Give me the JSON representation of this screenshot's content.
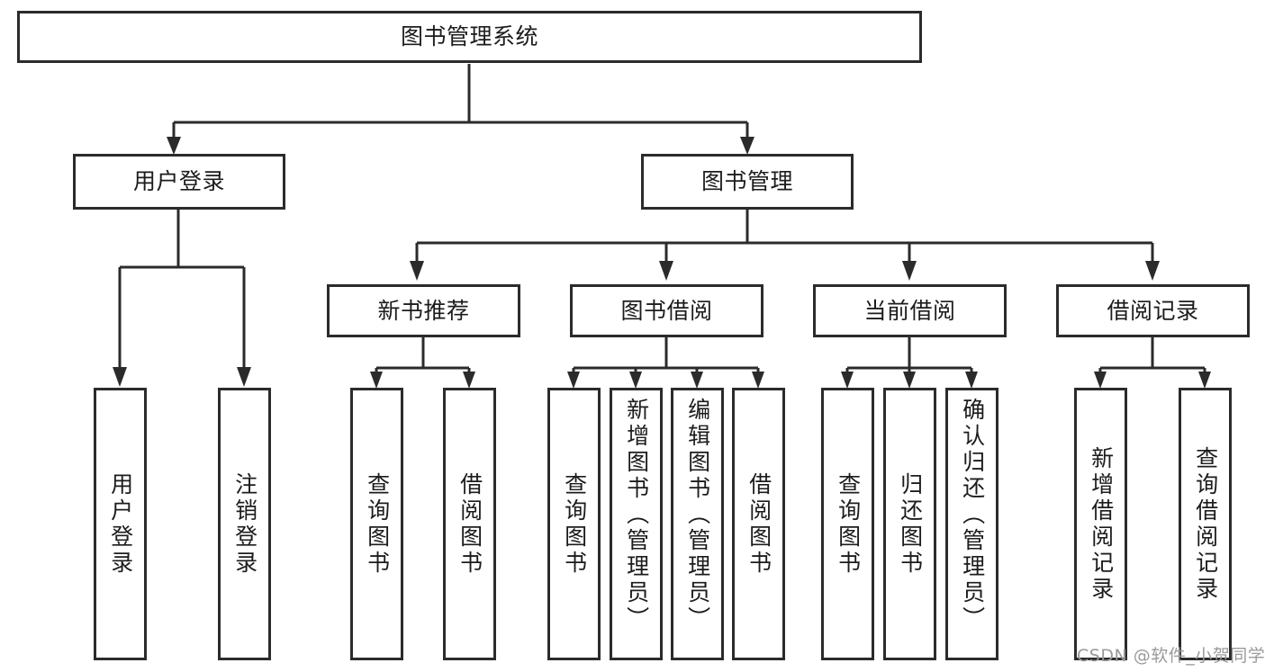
{
  "diagram": {
    "type": "hierarchy-tree",
    "title": "图书管理系统",
    "orientation": "top-down",
    "box_fill": "#ffffff",
    "box_stroke": "#2b2b2b",
    "connector_color": "#2b2b2b",
    "levels": {
      "level1": {
        "label": "图书管理系统"
      },
      "level2": [
        {
          "label": "用户登录"
        },
        {
          "label": "图书管理"
        }
      ],
      "level3": [
        {
          "label": "新书推荐"
        },
        {
          "label": "图书借阅"
        },
        {
          "label": "当前借阅"
        },
        {
          "label": "借阅记录"
        }
      ],
      "leaves": {
        "user_login": [
          {
            "label": "用户登录"
          },
          {
            "label": "注销登录"
          }
        ],
        "new_book_recommend": [
          {
            "label": "查询图书"
          },
          {
            "label": "借阅图书"
          }
        ],
        "book_borrow": [
          {
            "label": "查询图书"
          },
          {
            "label": "新增图书（管理员）"
          },
          {
            "label": "编辑图书（管理员）"
          },
          {
            "label": "借阅图书"
          }
        ],
        "current_borrow": [
          {
            "label": "查询图书"
          },
          {
            "label": "归还图书"
          },
          {
            "label": "确认归还（管理员）"
          }
        ],
        "borrow_record": [
          {
            "label": "新增借阅记录"
          },
          {
            "label": "查询借阅记录"
          }
        ]
      }
    }
  },
  "watermark": {
    "text": "CSDN @软件_小贺同学"
  }
}
